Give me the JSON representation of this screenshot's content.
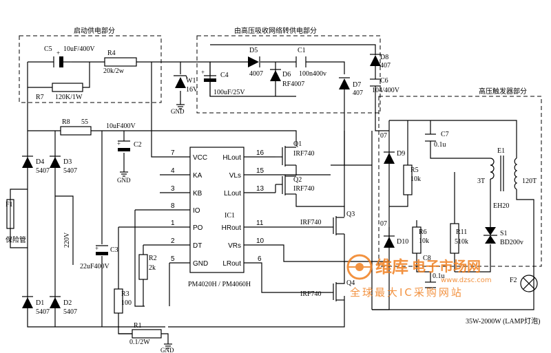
{
  "sections": {
    "startup": "启动供电部分",
    "hv_absorb": "由高压吸收网络转供电部分",
    "trigger": "高压触发器部分"
  },
  "ic": {
    "ref": "IC1",
    "part": "PM4020H / PM4060H",
    "pins_left": [
      {
        "num": "7",
        "name": "VCC"
      },
      {
        "num": "4",
        "name": "KA"
      },
      {
        "num": "3",
        "name": "KB"
      },
      {
        "num": "8",
        "name": "IO"
      },
      {
        "num": "1",
        "name": "PO"
      },
      {
        "num": "2",
        "name": "DT"
      },
      {
        "num": "5",
        "name": "GND"
      }
    ],
    "pins_right": [
      {
        "num": "16",
        "name": "HLout"
      },
      {
        "num": "15",
        "name": "VLs"
      },
      {
        "num": "13",
        "name": "LLout"
      },
      {
        "num": "11",
        "name": "HRout"
      },
      {
        "num": "10",
        "name": "VRs"
      },
      {
        "num": "6",
        "name": "LRout"
      }
    ]
  },
  "components": {
    "C5": {
      "ref": "C5",
      "value": "10uF/400V"
    },
    "R4": {
      "ref": "R4",
      "value": "20k/2w"
    },
    "R7": {
      "ref": "R7",
      "value": "120K/1W"
    },
    "W1": {
      "ref": "W1",
      "value": "16V"
    },
    "C4": {
      "ref": "C4",
      "value": "100uF/25V"
    },
    "D5": {
      "ref": "D5",
      "value": "4007"
    },
    "D6": {
      "ref": "D6",
      "value": "RF4007"
    },
    "C1": {
      "ref": "C1",
      "value": "100n400v"
    },
    "D7": {
      "ref": "D7",
      "value": "407"
    },
    "D8": {
      "ref": "D8",
      "value": "407"
    },
    "C6": {
      "ref": "C6",
      "value": "104/400V"
    },
    "R8": {
      "ref": "R8",
      "value": "55"
    },
    "C2": {
      "ref": "C2",
      "value": "10uF400V"
    },
    "D4": {
      "ref": "D4",
      "value": "5407"
    },
    "D3": {
      "ref": "D3",
      "value": "5407"
    },
    "D1": {
      "ref": "D1",
      "value": "5407"
    },
    "D2": {
      "ref": "D2",
      "value": "5407"
    },
    "F1": {
      "ref": "F1",
      "value": "保险管"
    },
    "mains": "220V",
    "C3": {
      "ref": "C3",
      "value": "22uF400V"
    },
    "R2": {
      "ref": "R2",
      "value": "2k"
    },
    "R3": {
      "ref": "R3",
      "value": "100"
    },
    "R1": {
      "ref": "R1",
      "value": "0.1/2W"
    },
    "Q1": {
      "ref": "Q1",
      "value": "IRF740"
    },
    "Q2": {
      "ref": "Q2",
      "value": "IRF740"
    },
    "Q3": {
      "ref": "Q3",
      "value": "IRF740"
    },
    "Q4": {
      "ref": "Q4",
      "value": "IRF740"
    },
    "D9": {
      "ref": "D9",
      "value": "07"
    },
    "R5": {
      "ref": "R5",
      "value": "10k"
    },
    "C7": {
      "ref": "C7",
      "value": "0.1u"
    },
    "D10": {
      "ref": "D10",
      "value": "07"
    },
    "R6": {
      "ref": "R6",
      "value": "10k"
    },
    "R11": {
      "ref": "R11",
      "value": "510k"
    },
    "C8": {
      "ref": "C8",
      "value": "0.1u"
    },
    "E1": {
      "ref": "E1",
      "value": "EH20",
      "primary": "3T",
      "secondary": "120T"
    },
    "S1": {
      "ref": "S1",
      "value": "BD200v"
    },
    "F2": {
      "ref": "F2"
    },
    "lamp": "35W-2000W (LAMP灯泡)"
  },
  "gnd": "GND",
  "watermark": {
    "brand": "维库",
    "site": "电子市场网",
    "url": "www.dzsc.com",
    "slogan": "全球最大IC采购网站"
  }
}
